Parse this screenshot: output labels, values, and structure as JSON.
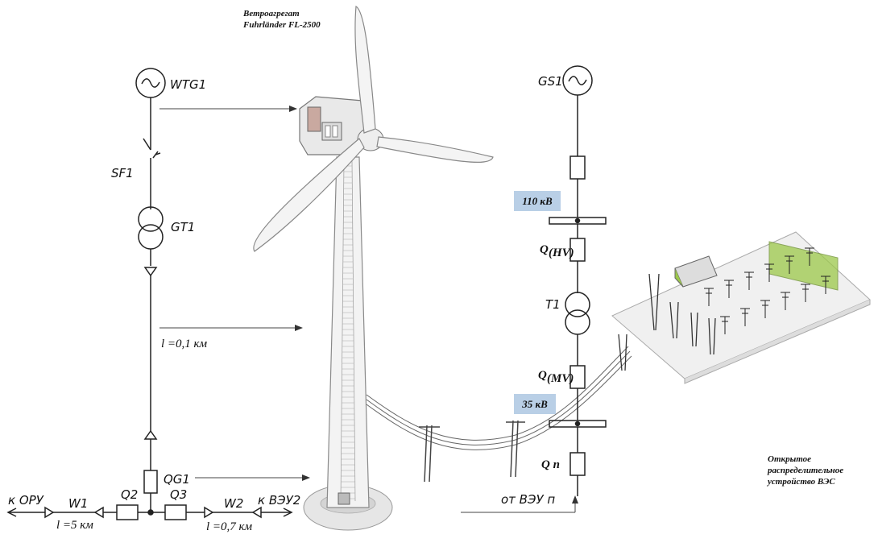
{
  "title": {
    "line1": "Ветроагрегат",
    "line2": "Fuhrländer FL-2500"
  },
  "left_scheme": {
    "generator": "WTG1",
    "breaker": "SF1",
    "transformer": "GT1",
    "cable_length": "l =0,1 км",
    "generator_switch": "QG1",
    "switch_left": "Q2",
    "switch_right": "Q3",
    "line_left": "W1",
    "line_right": "W2",
    "line_left_length": "l =5 км",
    "line_right_length": "l =0,7 км",
    "to_left": "к ОРУ",
    "to_right": "к ВЭУ2"
  },
  "right_scheme": {
    "grid_source": "GS1",
    "hv_voltage": "110 кВ",
    "hv_switch": "Q",
    "hv_switch_sub": "(HV)",
    "transformer": "T1",
    "mv_switch": "Q",
    "mv_switch_sub": "(MV)",
    "mv_voltage": "35 кВ",
    "feeder_switch": "Q п",
    "from_feeder": "от ВЭУ п"
  },
  "substation_label": {
    "line1": "Открытое",
    "line2": "распределительное",
    "line3": "устройство ВЭС"
  },
  "colors": {
    "line": "#222222",
    "voltage_badge": "#b9cfe6",
    "tower": "#f2f2f2",
    "substation_green": "#9cc84a"
  }
}
